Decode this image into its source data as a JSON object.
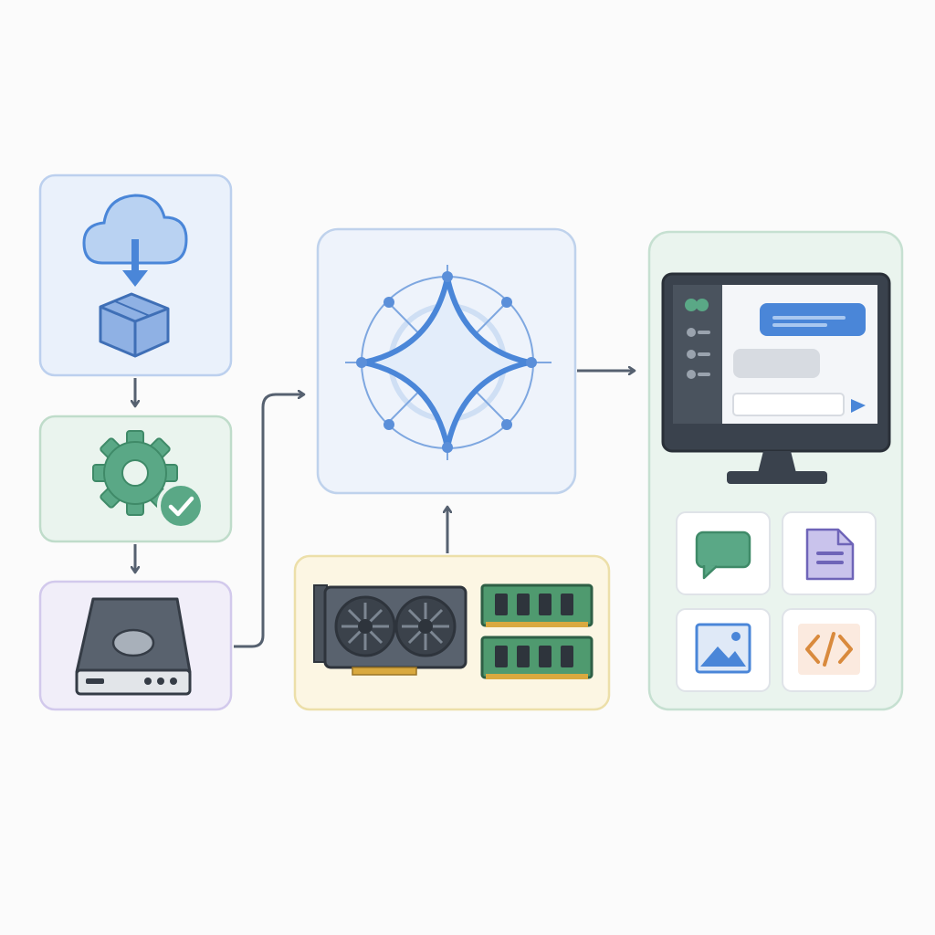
{
  "diagram": {
    "nodes": [
      {
        "id": "download",
        "icon": "cloud-download-icon",
        "secondary_icon": "package-box-icon"
      },
      {
        "id": "configure",
        "icon": "gear-icon",
        "secondary_icon": "check-badge-icon"
      },
      {
        "id": "storage",
        "icon": "hard-drive-icon"
      },
      {
        "id": "model",
        "icon": "sparkle-star-icon"
      },
      {
        "id": "hardware",
        "icon": "gpu-card-icon",
        "secondary_icon": "ram-module-icon"
      },
      {
        "id": "interface",
        "icon": "monitor-chat-icon",
        "outputs": [
          "chat-bubble-icon",
          "document-icon",
          "image-icon",
          "code-icon"
        ]
      }
    ],
    "edges": [
      {
        "from": "download",
        "to": "configure"
      },
      {
        "from": "configure",
        "to": "storage"
      },
      {
        "from": "storage",
        "to": "model"
      },
      {
        "from": "hardware",
        "to": "model"
      },
      {
        "from": "model",
        "to": "interface"
      }
    ],
    "colors": {
      "blue": "#4a86d8",
      "blue_fill": "#eaf1fb",
      "green": "#5aa886",
      "green_fill": "#eaf4ee",
      "purple_fill": "#f1eef9",
      "yellow_fill": "#fcf6e3",
      "dark": "#3d4652",
      "arrow": "#566170"
    }
  }
}
